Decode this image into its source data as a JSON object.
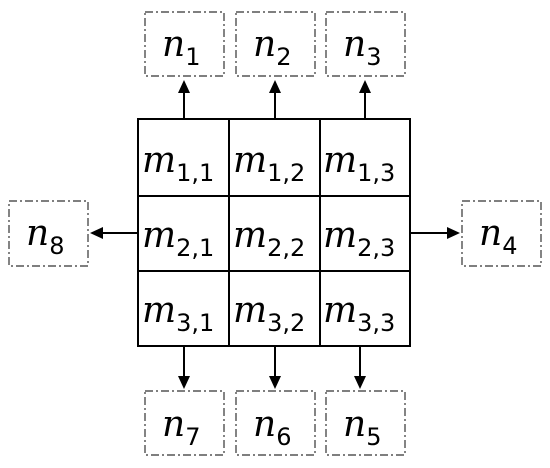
{
  "matrix": {
    "base": "m",
    "cells": [
      [
        "1,1",
        "1,2",
        "1,3"
      ],
      [
        "2,1",
        "2,2",
        "2,3"
      ],
      [
        "3,1",
        "3,2",
        "3,3"
      ]
    ]
  },
  "neighbors": {
    "base": "n",
    "top": [
      "1",
      "2",
      "3"
    ],
    "right": "4",
    "bottom": [
      "7",
      "6",
      "5"
    ],
    "left": "8"
  }
}
